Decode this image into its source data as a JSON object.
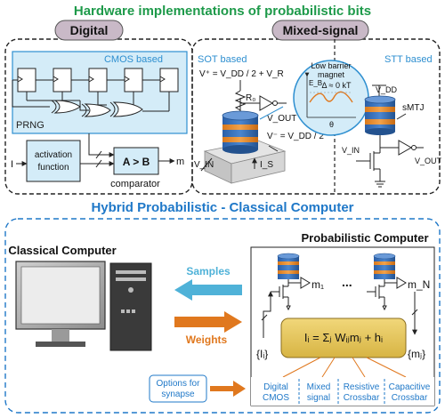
{
  "title_top": "Hardware implementations of probabilistic bits",
  "title_bottom": "Hybrid Probabilistic - Classical Computer",
  "colors": {
    "green_title": "#1e9a4a",
    "blue_title": "#1f78c8",
    "tab_fill": "#c9b9c7",
    "cmos_blue": "#2e8fd0",
    "cmos_fill": "#d4ecf8",
    "orange": "#e0781e",
    "cyan_arrow": "#4fb2d8",
    "gold": "#e7c85a"
  },
  "tabs": {
    "digital": "Digital",
    "mixed": "Mixed-signal"
  },
  "digital": {
    "cmos_label": "CMOS based",
    "prng": "PRNG",
    "activation": [
      "activation",
      "function"
    ],
    "input_i": "I",
    "compare": "A > B",
    "output_m": "m",
    "comparator": "comparator"
  },
  "mixed": {
    "sot_label": "SOT based",
    "stt_label": "STT based",
    "vplus": "V⁺ = V_DD / 2 + V_R",
    "vminus": "V⁻ = V_DD / 2",
    "r0": "R₀",
    "vout": "V_OUT",
    "vin": "V_IN",
    "is": "I_S",
    "vdd": "V_DD",
    "smtj": "sMTJ",
    "magnet_title": [
      "Low barrier",
      "magnet"
    ],
    "delta": "Δ ≈ 0 kT",
    "eb": "E_B",
    "theta": "θ"
  },
  "hybrid": {
    "classical": "Classical Computer",
    "probabilistic": "Probabilistic Computer",
    "samples": "Samples",
    "weights": "Weights",
    "m1": "m₁",
    "mn": "m_N",
    "dots": "...",
    "equation": "Iᵢ = Σⱼ Wᵢⱼmⱼ + hᵢ",
    "eq_sub": "j",
    "left_set": "{Iᵢ}",
    "right_set": "{mⱼ}",
    "synapse": [
      "Options for",
      "synapse"
    ],
    "options": [
      [
        "Digital",
        "CMOS"
      ],
      [
        "Mixed",
        "signal"
      ],
      [
        "Resistive",
        "Crossbar"
      ],
      [
        "Capacitive",
        "Crossbar"
      ]
    ]
  }
}
